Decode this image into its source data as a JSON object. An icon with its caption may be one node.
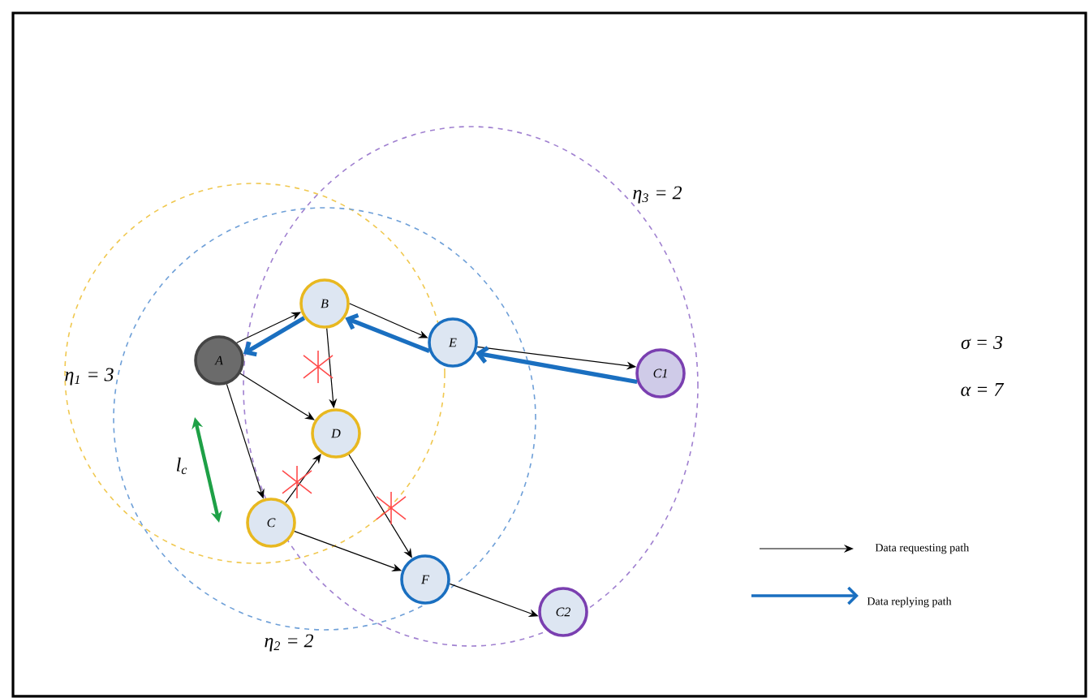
{
  "diagram": {
    "nodes": [
      {
        "text": [
          "A"
        ]
      },
      {
        "text": [
          "B"
        ]
      },
      {
        "text": [
          "C"
        ]
      },
      {
        "text": [
          "D"
        ]
      },
      {
        "text": [
          "E"
        ]
      },
      {
        "text": [
          "F"
        ]
      },
      {
        "text": [
          "C1"
        ]
      },
      {
        "text": [
          "C2"
        ]
      }
    ],
    "edges": [
      {
        "from": 0,
        "to": 1,
        "arrow": "to"
      },
      {
        "from": 0,
        "to": 3,
        "arrow": "to"
      },
      {
        "from": 0,
        "to": 2,
        "arrow": "to"
      },
      {
        "from": 1,
        "to": 3,
        "arrow": "to"
      },
      {
        "from": 2,
        "to": 3,
        "arrow": "to"
      },
      {
        "from": 3,
        "to": 5,
        "arrow": "to"
      },
      {
        "from": 2,
        "to": 5,
        "arrow": "to"
      },
      {
        "from": 1,
        "to": 4,
        "arrow": "to"
      },
      {
        "from": 4,
        "to": 6,
        "arrow": "to"
      },
      {
        "from": 5,
        "to": 7,
        "arrow": "to"
      },
      {
        "from": 6,
        "to": 4,
        "arrow": "to",
        "style": "thick",
        "color": "#1a6fc0"
      },
      {
        "from": 4,
        "to": 1,
        "arrow": "to",
        "style": "thick",
        "color": "#1a6fc0"
      },
      {
        "from": 1,
        "to": 0,
        "arrow": "to",
        "style": "thick",
        "color": "#1a6fc0"
      }
    ],
    "labels": [
      "η$_{3}$ = 2",
      "η$_{1}$ = 3",
      "σ  =  3",
      "α  =  7",
      "l$_{c}$",
      "η$_{2}$ = 2"
    ],
    "legend": [
      {
        "text": "Data requesting path"
      },
      {
        "text": "Data replying path"
      }
    ]
  }
}
